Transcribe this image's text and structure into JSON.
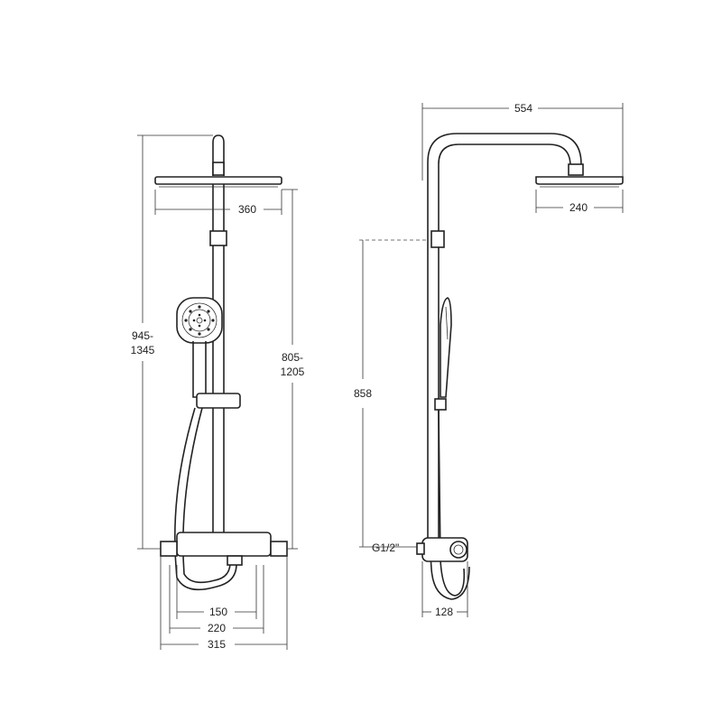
{
  "front_view": {
    "head_width": "360",
    "height_total_1": "945-",
    "height_total_2": "1345",
    "height_mixer_1": "805-",
    "height_mixer_2": "1205",
    "width_150": "150",
    "width_220": "220",
    "width_315": "315"
  },
  "side_view": {
    "arm_reach": "554",
    "head_width": "240",
    "height_858": "858",
    "inlet_label": "G1/2\"",
    "depth_128": "128"
  },
  "colors": {
    "line": "#222222",
    "background": "#ffffff"
  }
}
